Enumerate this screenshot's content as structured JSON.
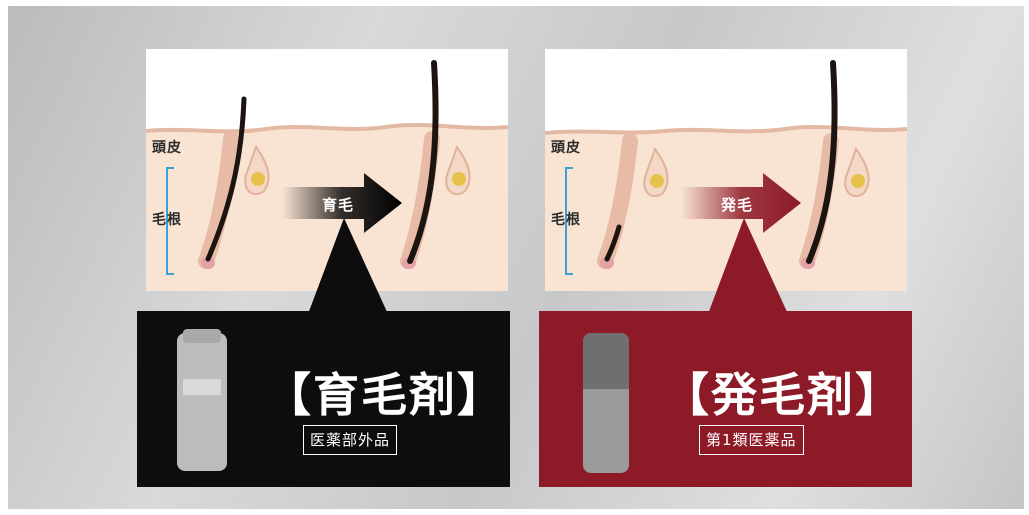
{
  "left_panel": {
    "label_scalp": "頭皮",
    "label_root": "毛根",
    "arrow_label": "育毛",
    "title": "【育毛剤】",
    "badge": "医薬部外品"
  },
  "right_panel": {
    "label_scalp": "頭皮",
    "label_root": "毛根",
    "arrow_label": "発毛",
    "title": "【発毛剤】",
    "badge": "第1類医薬品"
  },
  "colors": {
    "skin": "#f9e4d4",
    "scalp_line": "#e4b9a4",
    "hair": "#1c1410",
    "box_black": "#0d0d0d",
    "box_red": "#8d1a27",
    "bracket": "#3aa0d8"
  },
  "icons": [
    "hair-follicle-icon",
    "arrow-right-icon",
    "bottle-icon"
  ]
}
